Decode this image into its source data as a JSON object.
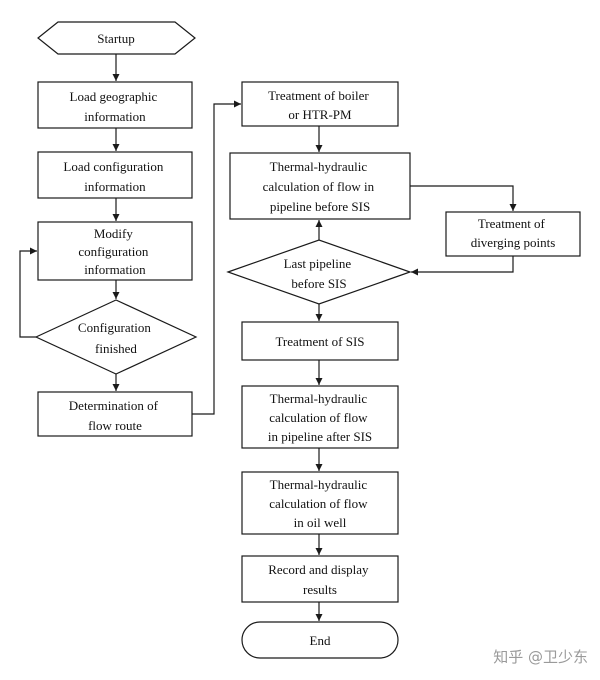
{
  "nodes": {
    "startup": {
      "label": [
        "Startup"
      ]
    },
    "load_geo": {
      "label": [
        "Load geographic",
        "information"
      ]
    },
    "load_config": {
      "label": [
        "Load configuration",
        "information"
      ]
    },
    "modify_config": {
      "label": [
        "Modify",
        "configuration",
        "information"
      ]
    },
    "config_finished": {
      "label": [
        "Configuration",
        "finished"
      ]
    },
    "determination": {
      "label": [
        "Determination of",
        "flow route"
      ]
    },
    "treatment_boiler": {
      "label": [
        "Treatment of boiler",
        "or HTR-PM"
      ]
    },
    "thermal_before": {
      "label": [
        "Thermal-hydraulic",
        "calculation of flow in",
        "pipeline before SIS"
      ]
    },
    "diverging": {
      "label": [
        "Treatment of",
        "diverging points"
      ]
    },
    "last_pipeline": {
      "label": [
        "Last pipeline",
        "before SIS"
      ]
    },
    "treatment_sis": {
      "label": [
        "Treatment of SIS"
      ]
    },
    "thermal_after": {
      "label": [
        "Thermal-hydraulic",
        "calculation of flow",
        "in pipeline after SIS"
      ]
    },
    "thermal_well": {
      "label": [
        "Thermal-hydraulic",
        "calculation of flow",
        "in oil well"
      ]
    },
    "record": {
      "label": [
        "Record and display",
        "results"
      ]
    },
    "end": {
      "label": [
        "End"
      ]
    }
  },
  "watermark": "知乎 @卫少东"
}
